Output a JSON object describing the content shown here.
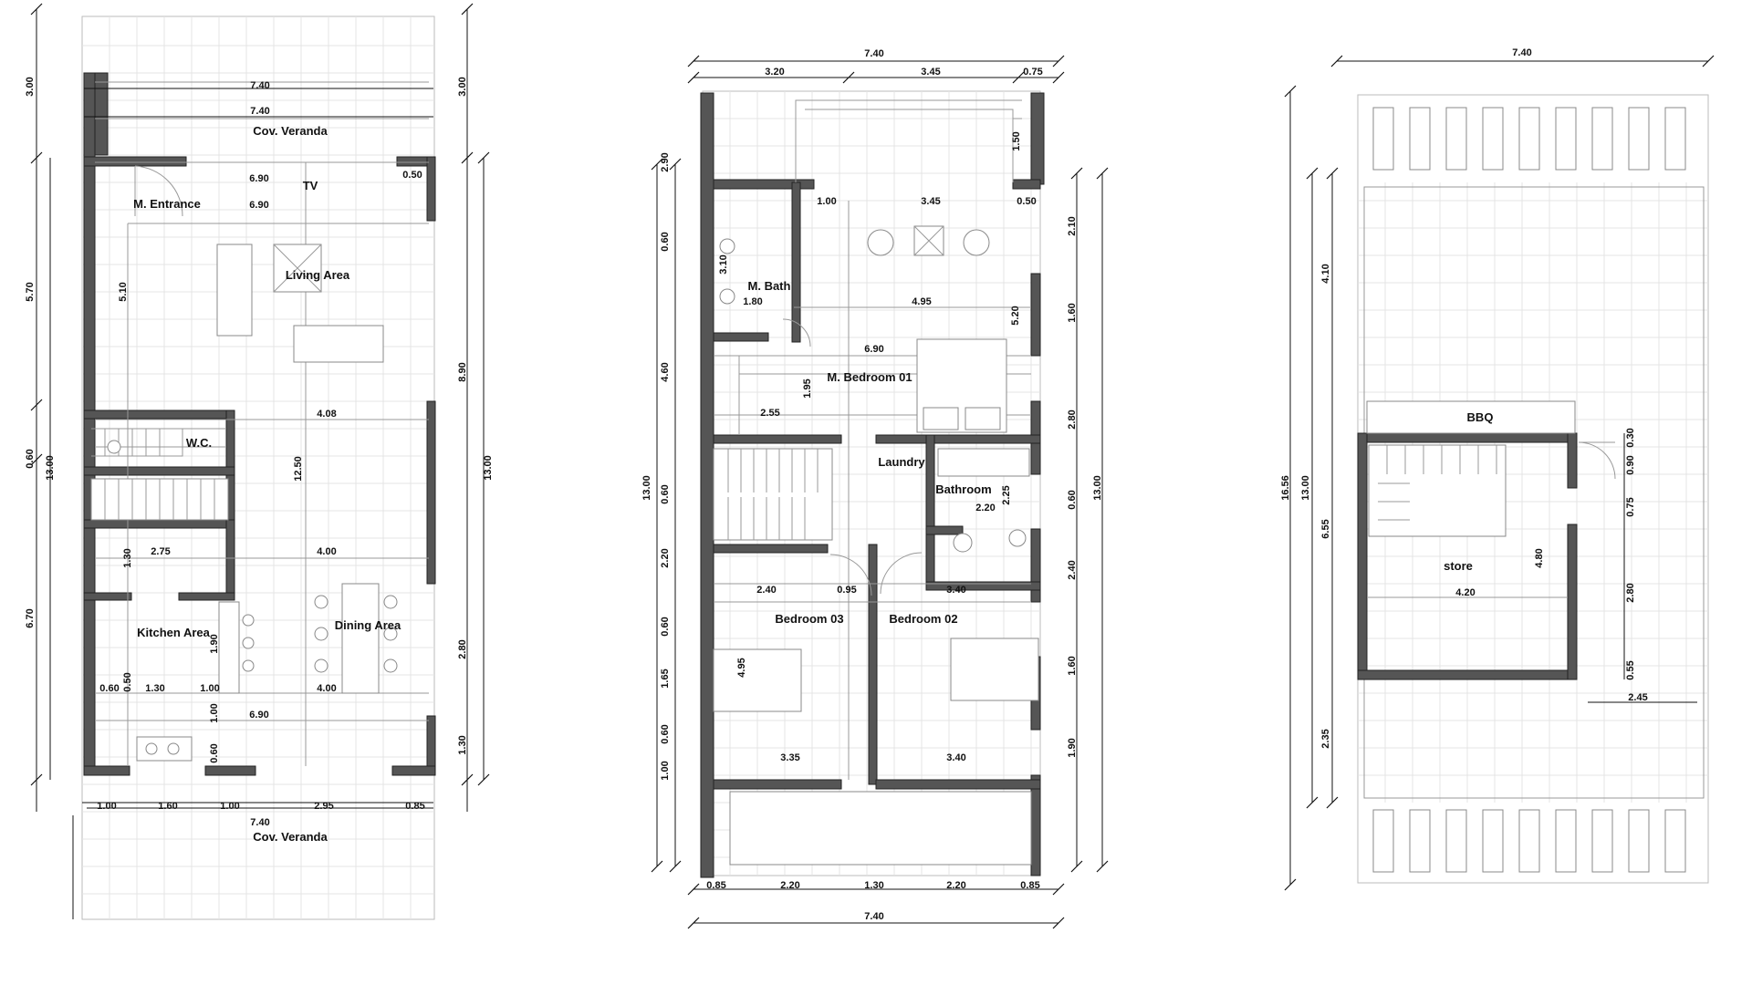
{
  "ground_floor": {
    "rooms": {
      "veranda_top": "Cov. Veranda",
      "entrance": "M. Entrance",
      "tv": "TV",
      "living": "Living Area",
      "wc": "W.C.",
      "kitchen": "Kitchen Area",
      "dining": "Dining Area",
      "veranda_bottom": "Cov. Veranda"
    },
    "dims": {
      "d740a": "7.40",
      "d740b": "7.40",
      "d690a": "6.90",
      "d690b": "6.90",
      "d050": "0.50",
      "d510": "5.10",
      "d408": "4.08",
      "d1250": "12.50",
      "d400a": "4.00",
      "d275": "2.75",
      "d130": "1.30",
      "d190": "1.90",
      "d060": "0.60",
      "d130b": "1.30",
      "d100": "1.00",
      "d400b": "4.00",
      "d050b": "0.50",
      "d690c": "6.90",
      "d100b": "1.00",
      "d060b": "0.60",
      "b100": "1.00",
      "b160": "1.60",
      "b100b": "1.00",
      "b295": "2.95",
      "b085": "0.85",
      "b740": "7.40",
      "l300": "3.00",
      "l570": "5.70",
      "l060": "0.60",
      "l1300": "13.00",
      "l670": "6.70",
      "r300": "3.00",
      "r890": "8.90",
      "r1300": "13.00",
      "r280": "2.80",
      "r130": "1.30"
    }
  },
  "first_floor": {
    "rooms": {
      "mbath": "M. Bath",
      "mbed": "M. Bedroom 01",
      "laundry": "Laundry",
      "bathroom": "Bathroom",
      "bed3": "Bedroom 03",
      "bed2": "Bedroom 02"
    },
    "dims": {
      "t740": "7.40",
      "t320": "3.20",
      "t345": "3.45",
      "t075": "0.75",
      "i150": "1.50",
      "i100": "1.00",
      "i345": "3.45",
      "i050": "0.50",
      "i310": "3.10",
      "i180": "1.80",
      "i495": "4.95",
      "i520": "5.20",
      "i690": "6.90",
      "i195": "1.95",
      "i255": "2.55",
      "i225": "2.25",
      "i220": "2.20",
      "i240": "2.40",
      "i095": "0.95",
      "i340": "3.40",
      "i495b": "4.95",
      "i335": "3.35",
      "i340b": "3.40",
      "l290": "2.90",
      "l060a": "0.60",
      "l460": "4.60",
      "l060b": "0.60",
      "l220": "2.20",
      "l060c": "0.60",
      "l165": "1.65",
      "l060d": "0.60",
      "l100": "1.00",
      "l1300": "13.00",
      "r210": "2.10",
      "r160": "1.60",
      "r280": "2.80",
      "r060": "0.60",
      "r240": "2.40",
      "r160b": "1.60",
      "r190": "1.90",
      "r1300": "13.00",
      "b085": "0.85",
      "b220": "2.20",
      "b130": "1.30",
      "b220b": "2.20",
      "b085b": "0.85",
      "b740": "7.40"
    }
  },
  "roof": {
    "rooms": {
      "bbq": "BBQ",
      "store": "store"
    },
    "dims": {
      "t740": "7.40",
      "l1656": "16.56",
      "l1300": "13.00",
      "l410": "4.10",
      "l655": "6.55",
      "l235": "2.35",
      "i480": "4.80",
      "i420": "4.20",
      "r030": "0.30",
      "r090": "0.90",
      "r075": "0.75",
      "r280": "2.80",
      "r055": "0.55",
      "r245": "2.45"
    }
  }
}
